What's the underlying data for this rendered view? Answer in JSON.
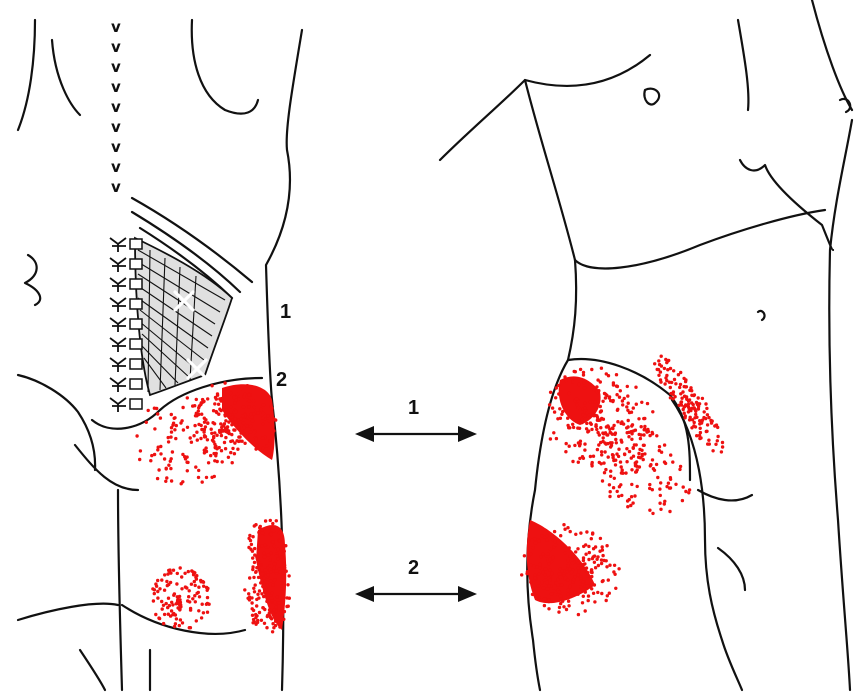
{
  "figure": {
    "labels": {
      "point_1": "1",
      "point_2": "2",
      "arrow_1": "1",
      "arrow_2": "2"
    },
    "colors": {
      "outline": "#111111",
      "referred_pain": "#ee1111"
    },
    "trigger_point_marks": [
      "x",
      "x"
    ]
  }
}
